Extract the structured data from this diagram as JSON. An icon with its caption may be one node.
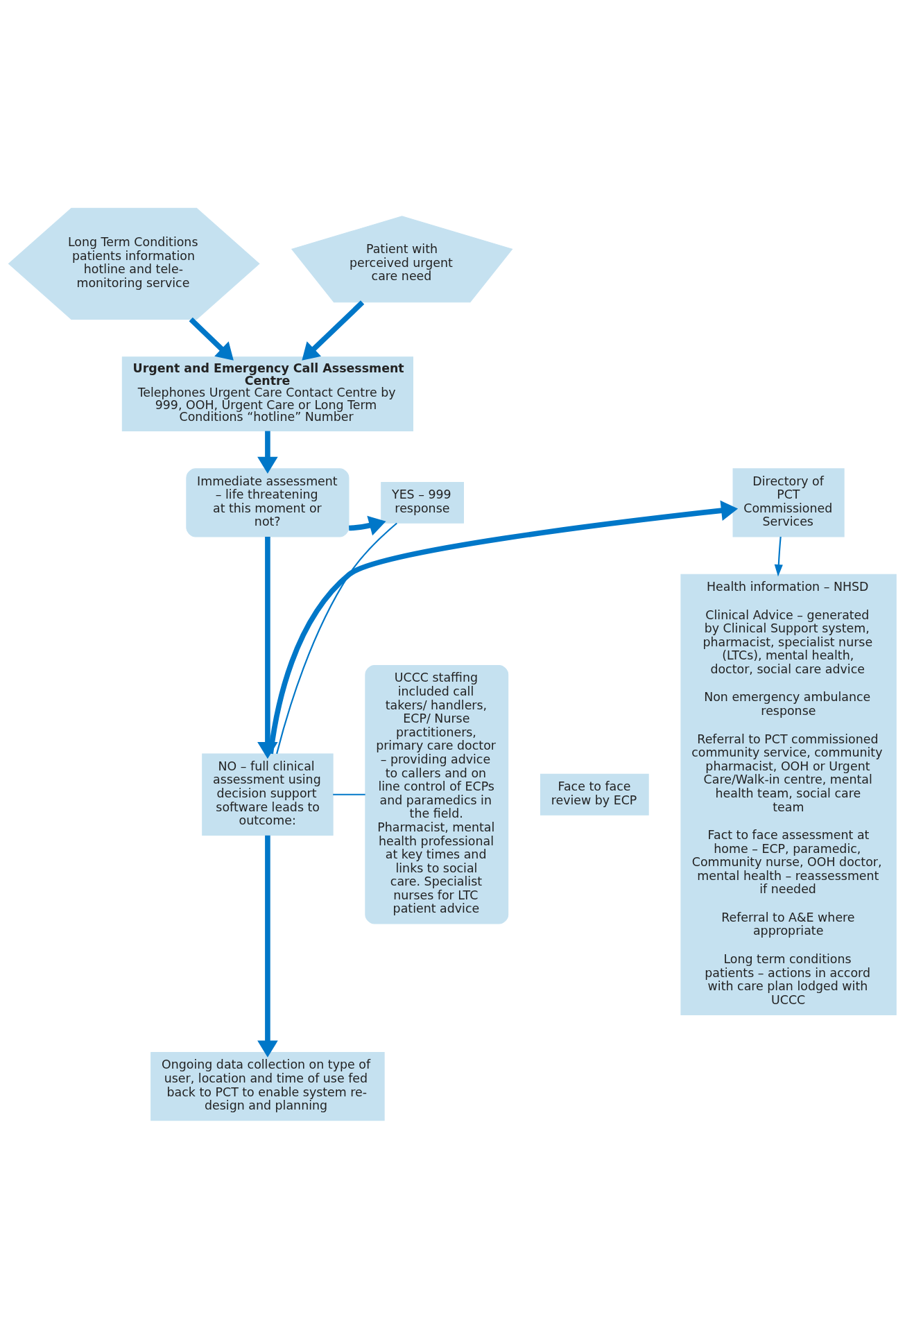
{
  "diagram": {
    "nodes": [
      {
        "text": [
          "Long Term Conditions patients information hotline and tele-monitoring service"
        ]
      },
      {
        "text": [
          "Patient with perceived urgent care need"
        ]
      },
      {
        "text": [
          "Urgent and Emergency Call Assessment Centre",
          "Telephones Urgent Care Contact Centre by 999, OOH, Urgent Care or Long Term Conditions “hotline” Number"
        ]
      },
      {
        "text": [
          "Health information – NHSD",
          "Clinical Advice – generated by Clinical Support system, pharmacist, specialist nurse (LTCs), mental health, doctor, social care advice",
          "Non emergency ambulance response",
          "Referral to PCT commissioned community service, community pharmacist, OOH or Urgent Care/Walk-in centre, mental health team, social care team",
          "Fact to face assessment at home – ECP, paramedic, Community nurse, OOH doctor, mental health – reassessment if needed",
          "Referral to A&E where appropriate",
          "Long term conditions patients – actions in accord with care plan lodged with UCCC"
        ]
      },
      {
        "text": [
          "Directory of PCT Commissioned Services"
        ]
      },
      {
        "text": [
          "YES – 999 response"
        ]
      },
      {
        "text": [
          "Immediate assessment – life threatening at this moment or not?"
        ]
      },
      {
        "text": [
          "Face to face review by ECP"
        ]
      },
      {
        "text": [
          "UCCC staffing included call takers/ handlers, ECP/ Nurse practitioners, primary care doctor – providing advice to callers and on line control of ECPs and paramedics in the field. Pharmacist, mental health professional at key times and links to social care. Specialist nurses for LTC patient advice"
        ]
      },
      {
        "text": [
          "NO – full clinical assessment using decision support software leads to outcome:"
        ]
      },
      {
        "text": [
          "Ongoing data collection on type of user, location and time of use fed back to PCT to enable system re-design and planning"
        ]
      }
    ],
    "edges": [
      {
        "from": 0,
        "to": 2,
        "arrow": "to"
      },
      {
        "from": 1,
        "to": 2,
        "arrow": "to"
      },
      {
        "from": 2,
        "to": 6,
        "arrow": "to"
      },
      {
        "from": 6,
        "to": 5,
        "arrow": "to"
      },
      {
        "from": 6,
        "to": 9,
        "arrow": "to"
      },
      {
        "from": 9,
        "to": 4,
        "arrow": "to"
      },
      {
        "from": 4,
        "to": 3,
        "arrow": "to"
      },
      {
        "from": 5,
        "to": 9,
        "arrow": "none"
      },
      {
        "from": 8,
        "to": 9,
        "arrow": "none"
      },
      {
        "from": 9,
        "to": 10,
        "arrow": "to"
      }
    ]
  }
}
